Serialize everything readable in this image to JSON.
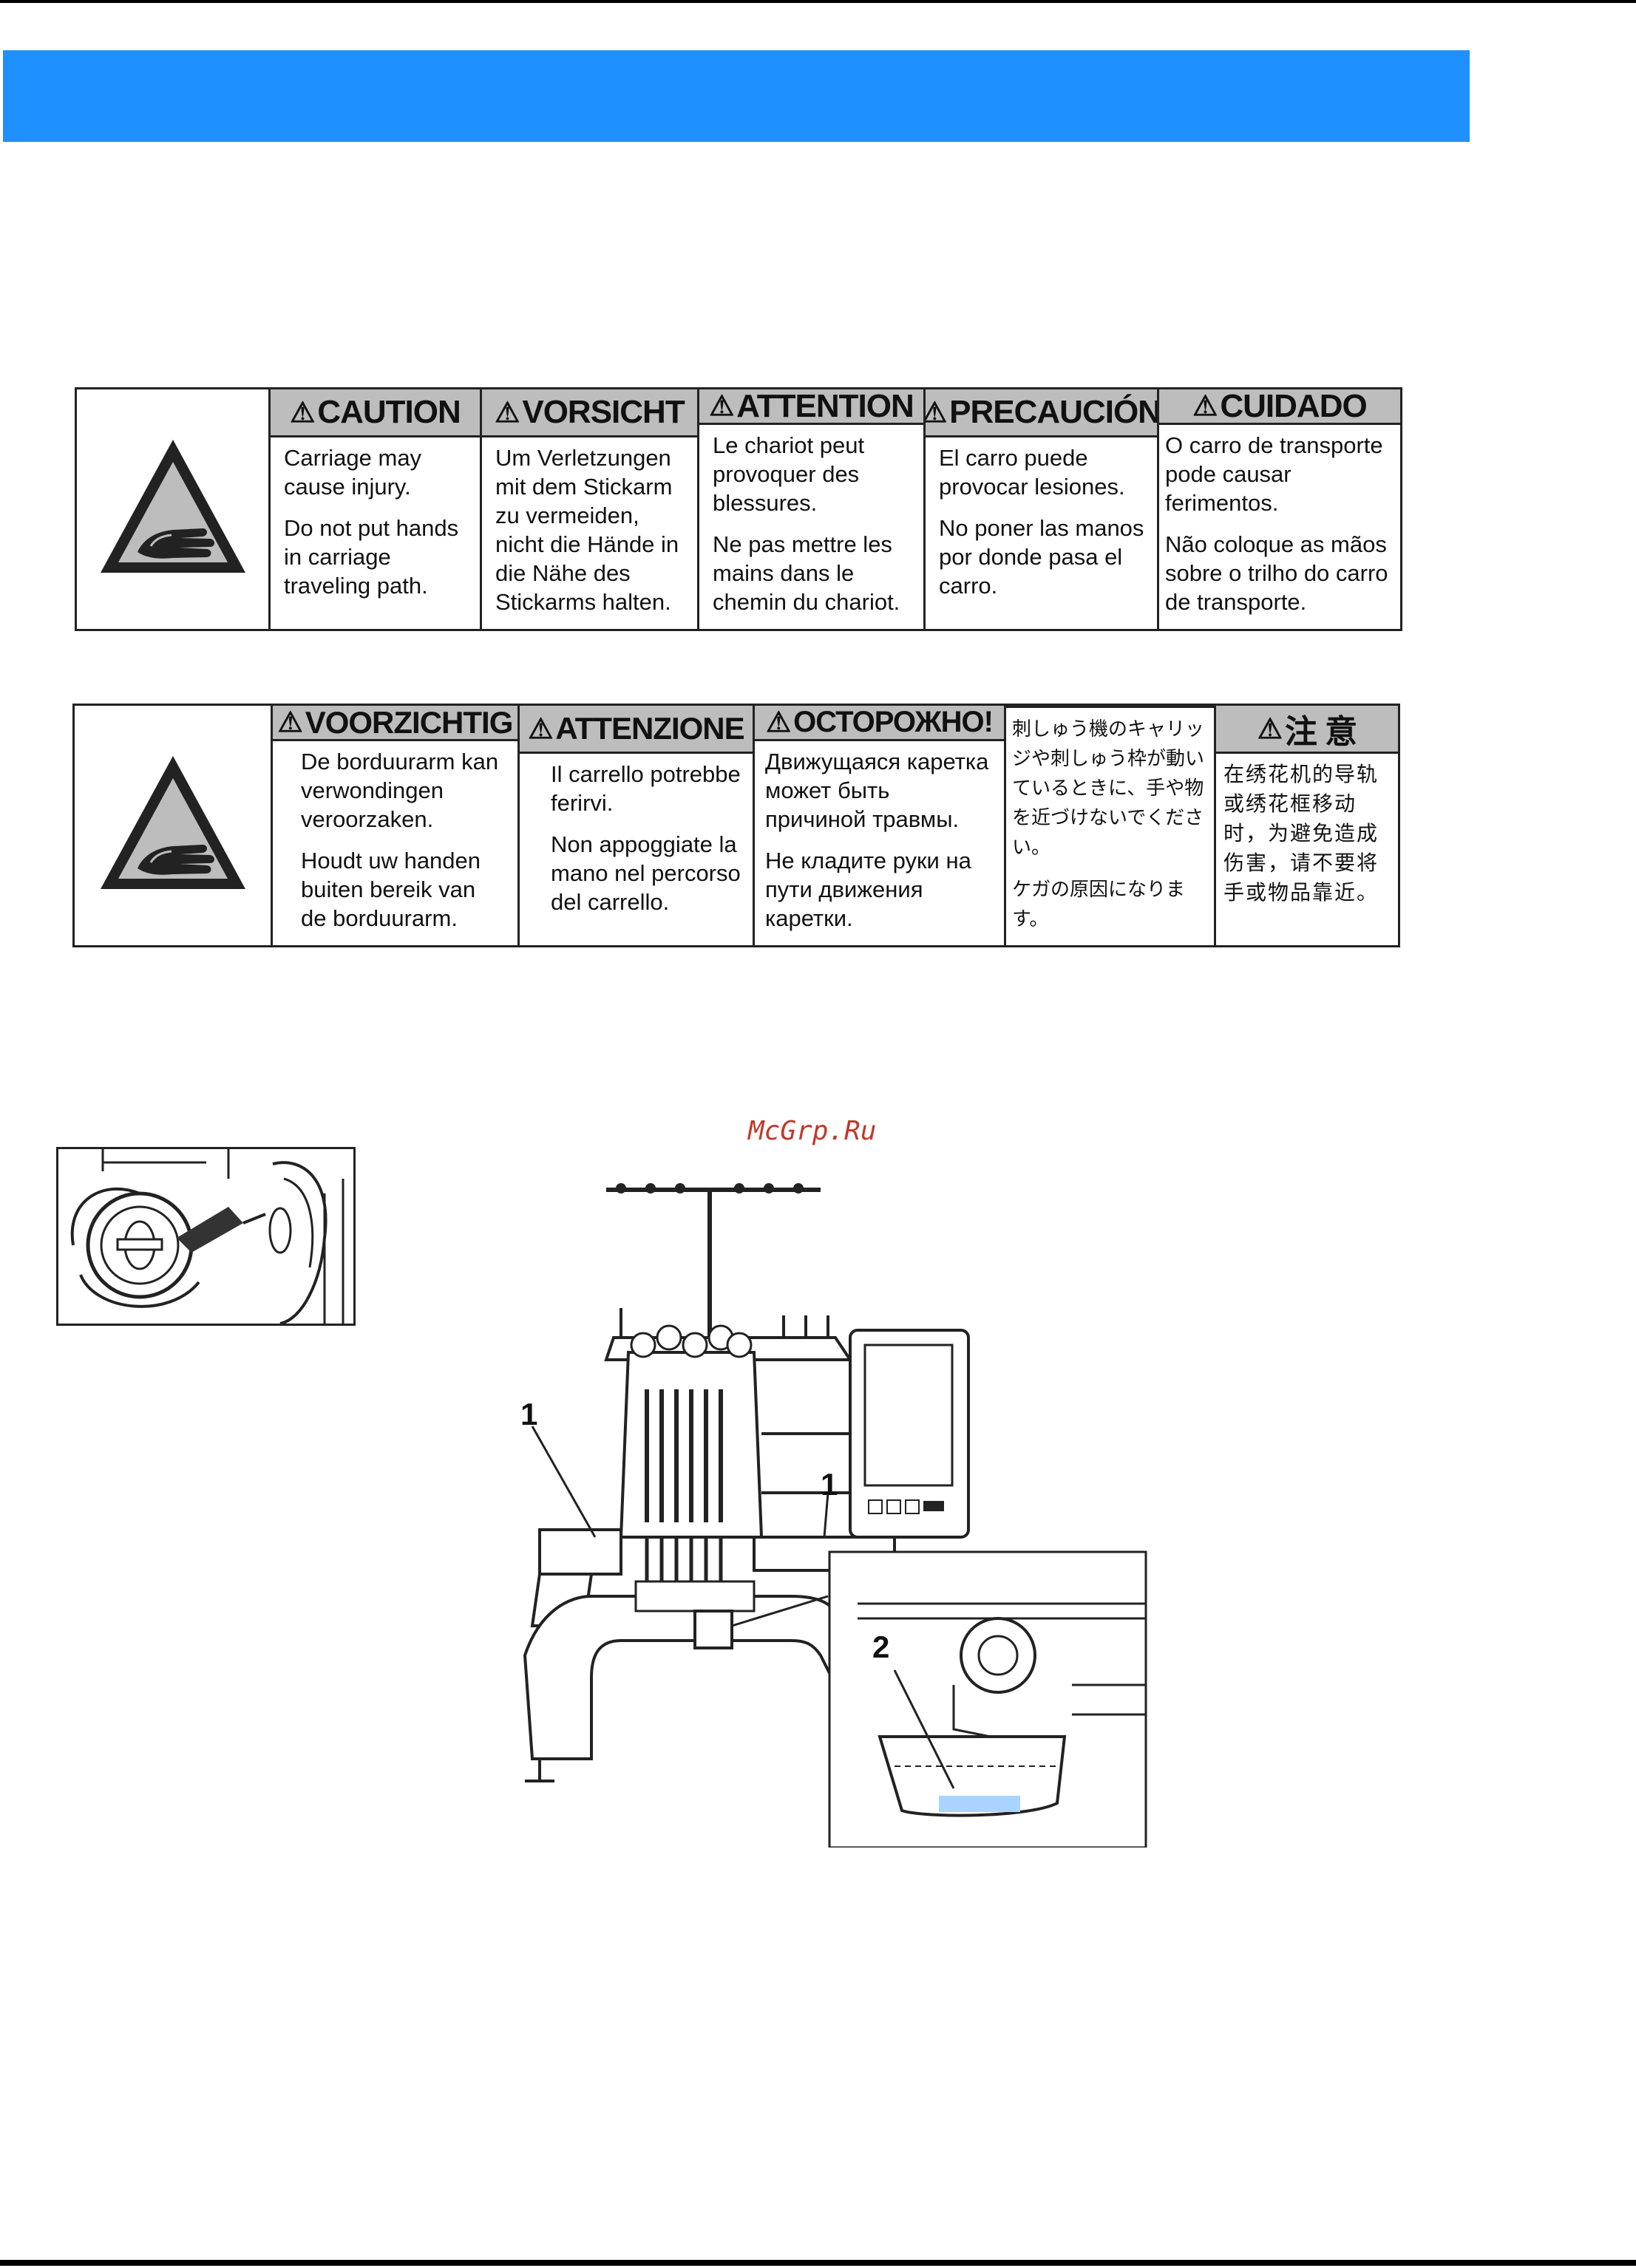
{
  "warnings_row1": [
    {
      "heading": "CAUTION",
      "paragraphs": [
        "Carriage may cause injury.",
        "Do not put hands in carriage traveling path."
      ]
    },
    {
      "heading": "VORSICHT",
      "paragraphs": [
        "Um Verletzungen mit dem Stickarm zu vermeiden, nicht die Hände in die Nähe des Stickarms halten."
      ]
    },
    {
      "heading": "ATTENTION",
      "paragraphs": [
        "Le chariot peut provoquer des blessures.",
        "Ne pas mettre les mains dans le chemin du chariot."
      ]
    },
    {
      "heading": "PRECAUCIÓN",
      "paragraphs": [
        "El carro puede provocar lesiones.",
        "No poner las manos por donde pasa el carro."
      ]
    },
    {
      "heading": "CUIDADO",
      "paragraphs": [
        "O carro de transporte pode causar ferimentos.",
        "Não coloque as mãos sobre o trilho do carro de transporte."
      ]
    }
  ],
  "warnings_row2": [
    {
      "heading": "VOORZICHTIG",
      "paragraphs": [
        "De borduurarm kan verwondingen veroorzaken.",
        "Houdt uw handen buiten bereik van de borduurarm."
      ]
    },
    {
      "heading": "ATTENZIONE",
      "paragraphs": [
        "Il carrello potrebbe ferirvi.",
        "Non appoggiate la mano nel percorso del carrello."
      ]
    },
    {
      "heading": "ОСТОРОЖНО!",
      "paragraphs": [
        "Движущаяся каретка может быть причиной травмы.",
        "Не кладите руки на пути движения каретки."
      ]
    },
    {
      "heading": "注 意",
      "paragraphs": [
        "刺しゅう機のキャリッジや刺しゅう枠が動いているときに、手や物を近づけないでください。",
        "ケガの原因になります。"
      ]
    },
    {
      "heading": "注 意",
      "paragraphs": [
        "在绣花机的导轨或绣花框移动时，为避免造成伤害，请不要将手或物品靠近。"
      ]
    }
  ],
  "watermark": "McGrp.Ru",
  "callouts": {
    "carriage_left": "1",
    "carriage_right": "1",
    "bobbin_case": "2"
  },
  "colors": {
    "banner": "#1e90ff",
    "header_bg": "#bdbdbd",
    "highlight": "#a8d4ff"
  }
}
